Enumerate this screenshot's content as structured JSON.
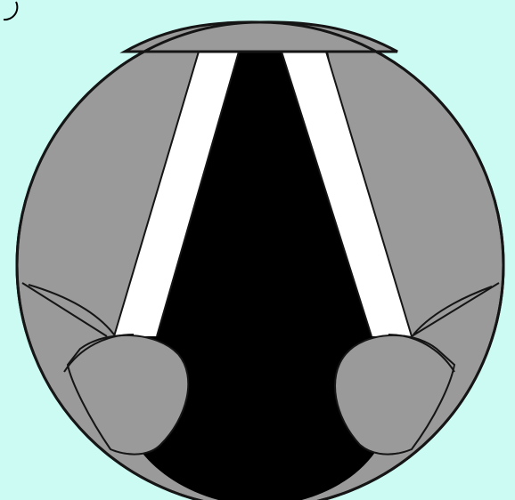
{
  "diagram": {
    "background_color": "#ccfbf3",
    "fill_gray": "#9a9a9a",
    "fill_black": "#000000",
    "fill_white": "#ffffff",
    "outline_color": "#151515",
    "parts": [
      "circular-frame",
      "top-cap-segment",
      "left-gray-region",
      "right-gray-region",
      "left-white-band",
      "right-white-band",
      "central-black-region",
      "left-rounded-lobe",
      "right-rounded-lobe",
      "top-left-partial-circle"
    ]
  }
}
